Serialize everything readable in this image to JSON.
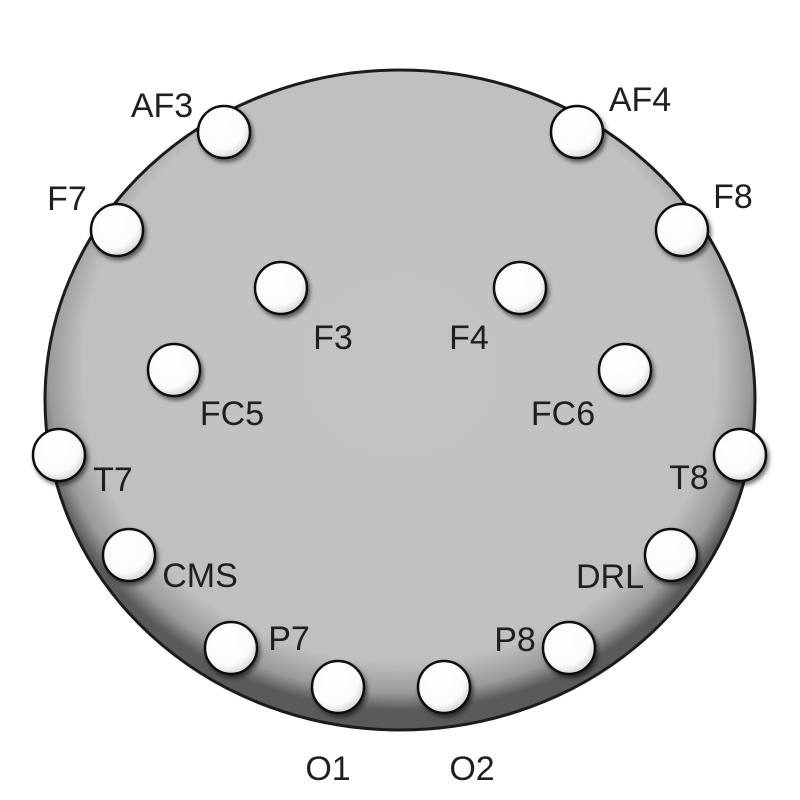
{
  "electrodes": [
    {
      "label": "AF3"
    },
    {
      "label": "AF4"
    },
    {
      "label": "F7"
    },
    {
      "label": "F8"
    },
    {
      "label": "F3"
    },
    {
      "label": "F4"
    },
    {
      "label": "FC5"
    },
    {
      "label": "FC6"
    },
    {
      "label": "T7"
    },
    {
      "label": "T8"
    },
    {
      "label": "CMS"
    },
    {
      "label": "DRL"
    },
    {
      "label": "P7"
    },
    {
      "label": "P8"
    },
    {
      "label": "O1"
    },
    {
      "label": "O2"
    }
  ],
  "colors": {
    "head_fill": "#c4c4c4",
    "head_edge_shadow": "#5a5a5a",
    "head_outline": "#1c1c1c",
    "electrode_fill": "#ffffff",
    "electrode_outline": "#111111",
    "label_color": "#1f1f1f"
  }
}
